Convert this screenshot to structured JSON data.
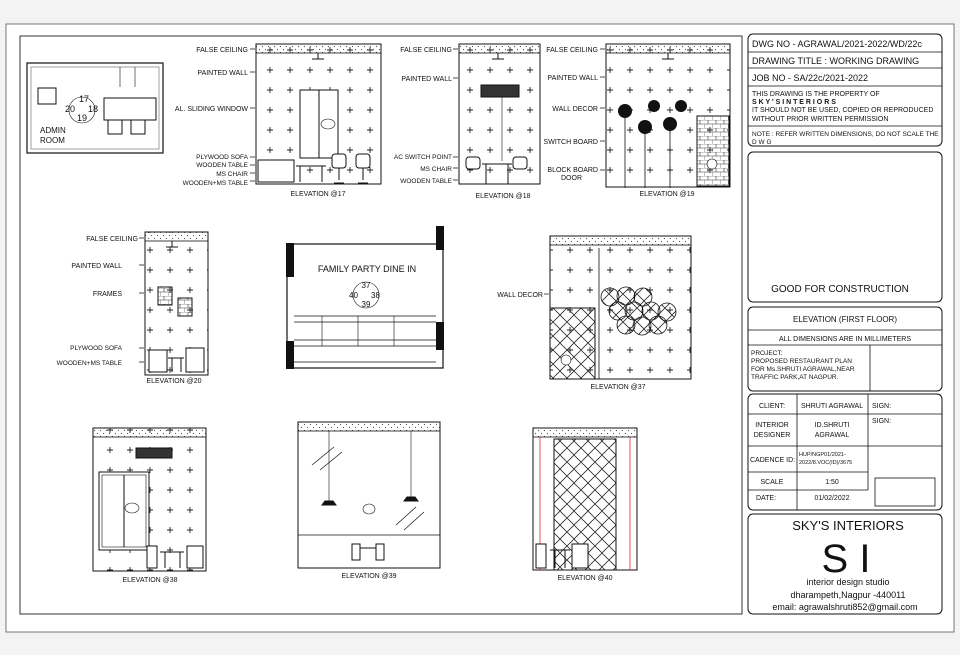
{
  "labels": {
    "admin_room_line1": "ADMIN",
    "admin_room_line2": "ROOM",
    "admin_tag_top": "17",
    "admin_tag_left": "20",
    "admin_tag_right": "18",
    "admin_tag_bottom": "19",
    "false_ceiling": "FALSE CEILING",
    "painted_wall": "PAINTED WALL",
    "al_sliding_window": "AL. SLIDING WINDOW",
    "plywood_sofa": "PLYWOOD SOFA",
    "wooden_table": "WOODEN TABLE",
    "ms_chair": "MS CHAIR",
    "wooden_ms_table": "WOODEN+MS TABLE",
    "ac_switch_point": "AC SWITCH POINT",
    "ms_chair_b": "MS CHAIR",
    "wooden_table_b": "WOODEN TABLE",
    "wall_decor": "WALL DECOR",
    "switch_board": "SWITCH BOARD",
    "block_board_line1": "BLOCK BOARD",
    "block_board_line2": "DOOR",
    "frames": "FRAMES",
    "plywood_sofa_b": "PLYWOOD SOFA",
    "wooden_ms_table_b": "WOODEN+MS TABLE",
    "wall_decor_b": "WALL DECOR",
    "family_party": "FAMILY PARTY DINE IN",
    "fp_tag_top": "37",
    "fp_tag_left": "40",
    "fp_tag_right": "38",
    "fp_tag_bottom": "39",
    "elev17": "ELEVATION @17",
    "elev18": "ELEVATION @18",
    "elev19": "ELEVATION @19",
    "elev20": "ELEVATION @20",
    "elev37": "ELEVATION @37",
    "elev38": "ELEVATION @38",
    "elev39": "ELEVATION @39",
    "elev40": "ELEVATION @40"
  },
  "titleblock": {
    "dwg_no": "DWG NO - AGRAWAL/2021-2022/WD/22c",
    "drawing_title": "DRAWING TITLE :  WORKING DRAWING",
    "job_no": "JOB NO - SA/22c/2021-2022",
    "property_l1": "THIS DRAWING IS THE PROPERTY OF",
    "property_l2": "S K Y ' S   I N T E R I O R S",
    "property_l3": "IT SHOULD NOT BE USED, COPIED OR REPRODUCED",
    "property_l4": "WITHOUT PRIOR WRITTEN PERMISSION",
    "note_l1": "NOTE : REFER WRITTEN DIMENSIONS, DO NOT SCALE THE",
    "note_l2": "D                    W                    G",
    "good_for_construction": "GOOD FOR CONSTRUCTION",
    "elevation_floor": "ELEVATION (FIRST FLOOR)",
    "dimensions": "ALL DIMENSIONS ARE IN MILLIMETERS",
    "project_l1": "PROJECT:",
    "project_l2": "PROPOSED RESTAURANT PLAN",
    "project_l3": "FOR Ms.SHRUTI AGRAWAL,NEAR",
    "project_l4": "TRAFFIC PARK,AT NAGPUR.",
    "client_label": "CLIENT:",
    "client_value": "SHRUTI AGRAWAL",
    "sign1": "SIGN:",
    "designer_label_l1": "INTERIOR",
    "designer_label_l2": "DESIGNER",
    "designer_value_l1": "ID.SHRUTI",
    "designer_value_l2": "AGRAWAL",
    "sign2": "SIGN:",
    "cadence_label": "CADENCE ID:",
    "cadence_l1": "HUP/NGP01/2021-",
    "cadence_l2": "2022/8.VOC(ID)/3675",
    "scale_label": "SCALE",
    "scale_value": "1:50",
    "date_label": "DATE:",
    "date_value": "01/02/2022",
    "studio_name": "SKY'S INTERIORS",
    "logo": "S I",
    "tagline": "interior design studio",
    "address": "dharampeth,Nagpur -440011",
    "email": "email: agrawalshruti852@gmail.com"
  }
}
